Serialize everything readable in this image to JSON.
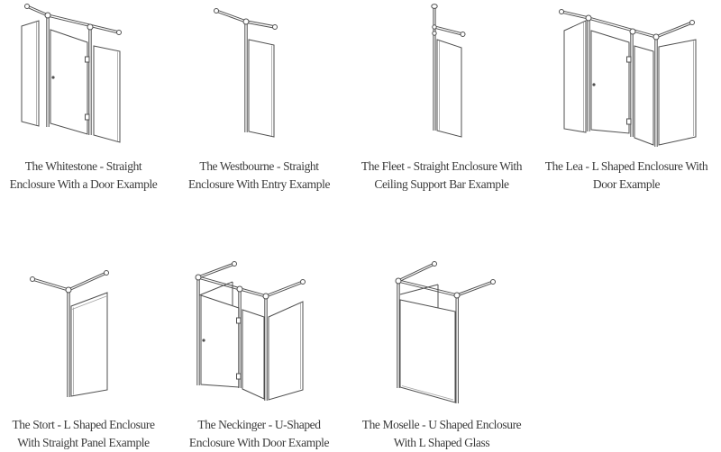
{
  "page": {
    "background": "#ffffff",
    "text_color": "#3b3b3b",
    "line_color": "#4f4f4f"
  },
  "items": [
    {
      "name": "whitestone",
      "caption_line1": "The Whitestone - Straight",
      "caption_line2": "Enclosure With a Door Example",
      "diagram": "straight-enclosure-with-door"
    },
    {
      "name": "westbourne",
      "caption_line1": "The Westbourne - Straight",
      "caption_line2": "Enclosure With Entry Example",
      "diagram": "straight-enclosure-with-entry"
    },
    {
      "name": "fleet",
      "caption_line1": "The Fleet - Straight Enclosure With",
      "caption_line2": "Ceiling Support Bar Example",
      "diagram": "straight-enclosure-with-ceiling-support-bar"
    },
    {
      "name": "lea",
      "caption_line1": "The Lea - L Shaped Enclosure With",
      "caption_line2": "Door Example",
      "diagram": "l-shaped-enclosure-with-door"
    },
    {
      "name": "stort",
      "caption_line1": "The Stort - L Shaped Enclosure",
      "caption_line2": "With Straight Panel Example",
      "diagram": "l-shaped-enclosure-with-straight-panel"
    },
    {
      "name": "neckinger",
      "caption_line1": "The Neckinger - U-Shaped",
      "caption_line2": "Enclosure With Door Example",
      "diagram": "u-shaped-enclosure-with-door"
    },
    {
      "name": "moselle",
      "caption_line1": "The Moselle - U Shaped Enclosure",
      "caption_line2": "With L Shaped Glass",
      "diagram": "u-shaped-enclosure-with-l-shaped-glass"
    }
  ]
}
